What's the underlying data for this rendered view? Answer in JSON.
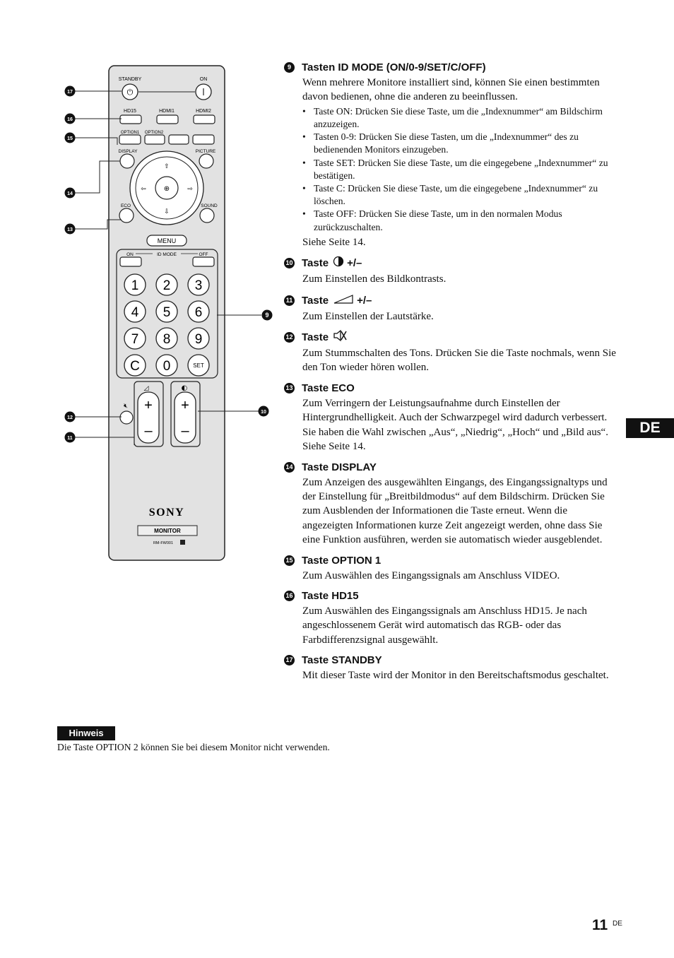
{
  "remote": {
    "labels": {
      "standby": "STANDBY",
      "on": "ON",
      "hd15": "HD15",
      "hdmi1": "HDMI1",
      "hdmi2": "HDMI2",
      "option1": "OPTION1",
      "option2": "OPTION2",
      "display": "DISPLAY",
      "picture": "PICTURE",
      "eco": "ECO",
      "sound": "SOUND",
      "menu": "MENU",
      "id_on": "ON",
      "id_mode": "ID MODE",
      "id_off": "OFF",
      "set": "SET",
      "brand": "SONY",
      "model_box": "MONITOR",
      "model_code": "RM-FW001",
      "plus": "+",
      "minus": "–"
    },
    "digits": [
      "1",
      "2",
      "3",
      "4",
      "5",
      "6",
      "7",
      "8",
      "9",
      "C",
      "0"
    ],
    "callouts": [
      "17",
      "16",
      "15",
      "14",
      "13",
      "9",
      "12",
      "11",
      "10"
    ]
  },
  "sections": [
    {
      "num": "9",
      "title": "Tasten ID MODE (ON/0-9/SET/C/OFF)",
      "paras_before": [
        "Wenn mehrere Monitore installiert sind, können Sie einen bestimmten davon bedienen, ohne die anderen zu beeinflussen."
      ],
      "bullets": [
        "Taste ON: Drücken Sie diese Taste, um die „Indexnummer“ am Bildschirm anzuzeigen.",
        "Tasten 0-9: Drücken Sie diese Tasten, um die „Indexnummer“ des zu bedienenden Monitors einzugeben.",
        "Taste SET: Drücken Sie diese Taste, um die eingegebene „Indexnummer“ zu bestätigen.",
        "Taste C: Drücken Sie diese Taste, um die eingegebene „Indexnummer“ zu löschen.",
        "Taste OFF: Drücken Sie diese Taste, um in den normalen Modus zurückzuschalten."
      ],
      "paras_after": [
        "Siehe Seite 14."
      ]
    },
    {
      "num": "10",
      "title": "Taste",
      "icon": "contrast-icon",
      "suffix": "+/–",
      "paras_before": [
        "Zum Einstellen des Bildkontrasts."
      ]
    },
    {
      "num": "11",
      "title": "Taste",
      "icon": "volume-icon",
      "suffix": "+/–",
      "paras_before": [
        "Zum Einstellen der Lautstärke."
      ]
    },
    {
      "num": "12",
      "title": "Taste",
      "icon": "mute-icon",
      "suffix": "",
      "paras_before": [
        "Zum Stummschalten des Tons. Drücken Sie die Taste nochmals, wenn Sie den Ton wieder hören wollen."
      ]
    },
    {
      "num": "13",
      "title": "Taste ECO",
      "paras_before": [
        "Zum Verringern der Leistungsaufnahme durch Einstellen der Hintergrundhelligkeit. Auch der Schwarzpegel wird dadurch verbessert. Sie haben die Wahl zwischen „Aus“, „Niedrig“, „Hoch“ und „Bild aus“. Siehe Seite 14."
      ]
    },
    {
      "num": "14",
      "title": "Taste DISPLAY",
      "paras_before": [
        "Zum Anzeigen des ausgewählten Eingangs, des Eingangssignaltyps und der Einstellung für „Breitbildmodus“ auf dem Bildschirm. Drücken Sie zum Ausblenden der Informationen die Taste erneut. Wenn die angezeigten Informationen kurze Zeit angezeigt werden, ohne dass Sie eine Funktion ausführen, werden sie automatisch wieder ausgeblendet."
      ]
    },
    {
      "num": "15",
      "title": "Taste OPTION 1",
      "paras_before": [
        "Zum Auswählen des Eingangssignals am Anschluss VIDEO."
      ]
    },
    {
      "num": "16",
      "title": "Taste HD15",
      "paras_before": [
        "Zum Auswählen des Eingangssignals am Anschluss HD15. Je nach angeschlossenem Gerät wird automatisch das RGB- oder das Farbdifferenzsignal ausgewählt."
      ]
    },
    {
      "num": "17",
      "title": "Taste STANDBY",
      "paras_before": [
        "Mit dieser Taste wird der Monitor in den Bereitschaftsmodus geschaltet."
      ]
    }
  ],
  "side_tab": "DE",
  "note": {
    "label": "Hinweis",
    "text": "Die Taste OPTION 2 können Sie bei diesem Monitor nicht verwenden."
  },
  "page_number": "11",
  "page_lang": "DE"
}
